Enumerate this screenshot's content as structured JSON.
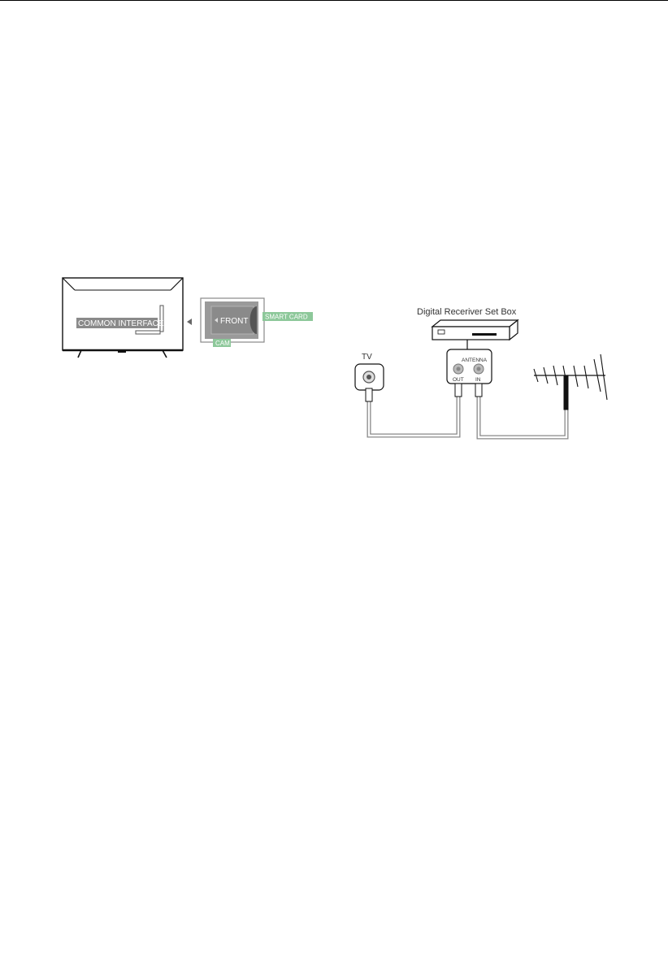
{
  "cam_diagram": {
    "tv_slot_label": "COMMON INTERFACE",
    "module_label": "FRONT",
    "smart_card_label": "SMART CARD",
    "cam_label": "CAM",
    "green_color": "#8dc89a",
    "panel_color": "#8a8a8a"
  },
  "antenna_diagram": {
    "receiver_caption": "Digital Receriver Set Box",
    "tv_label": "TV",
    "antenna_label": "ANTENNA",
    "out_label": "OUT",
    "in_label": "IN"
  }
}
